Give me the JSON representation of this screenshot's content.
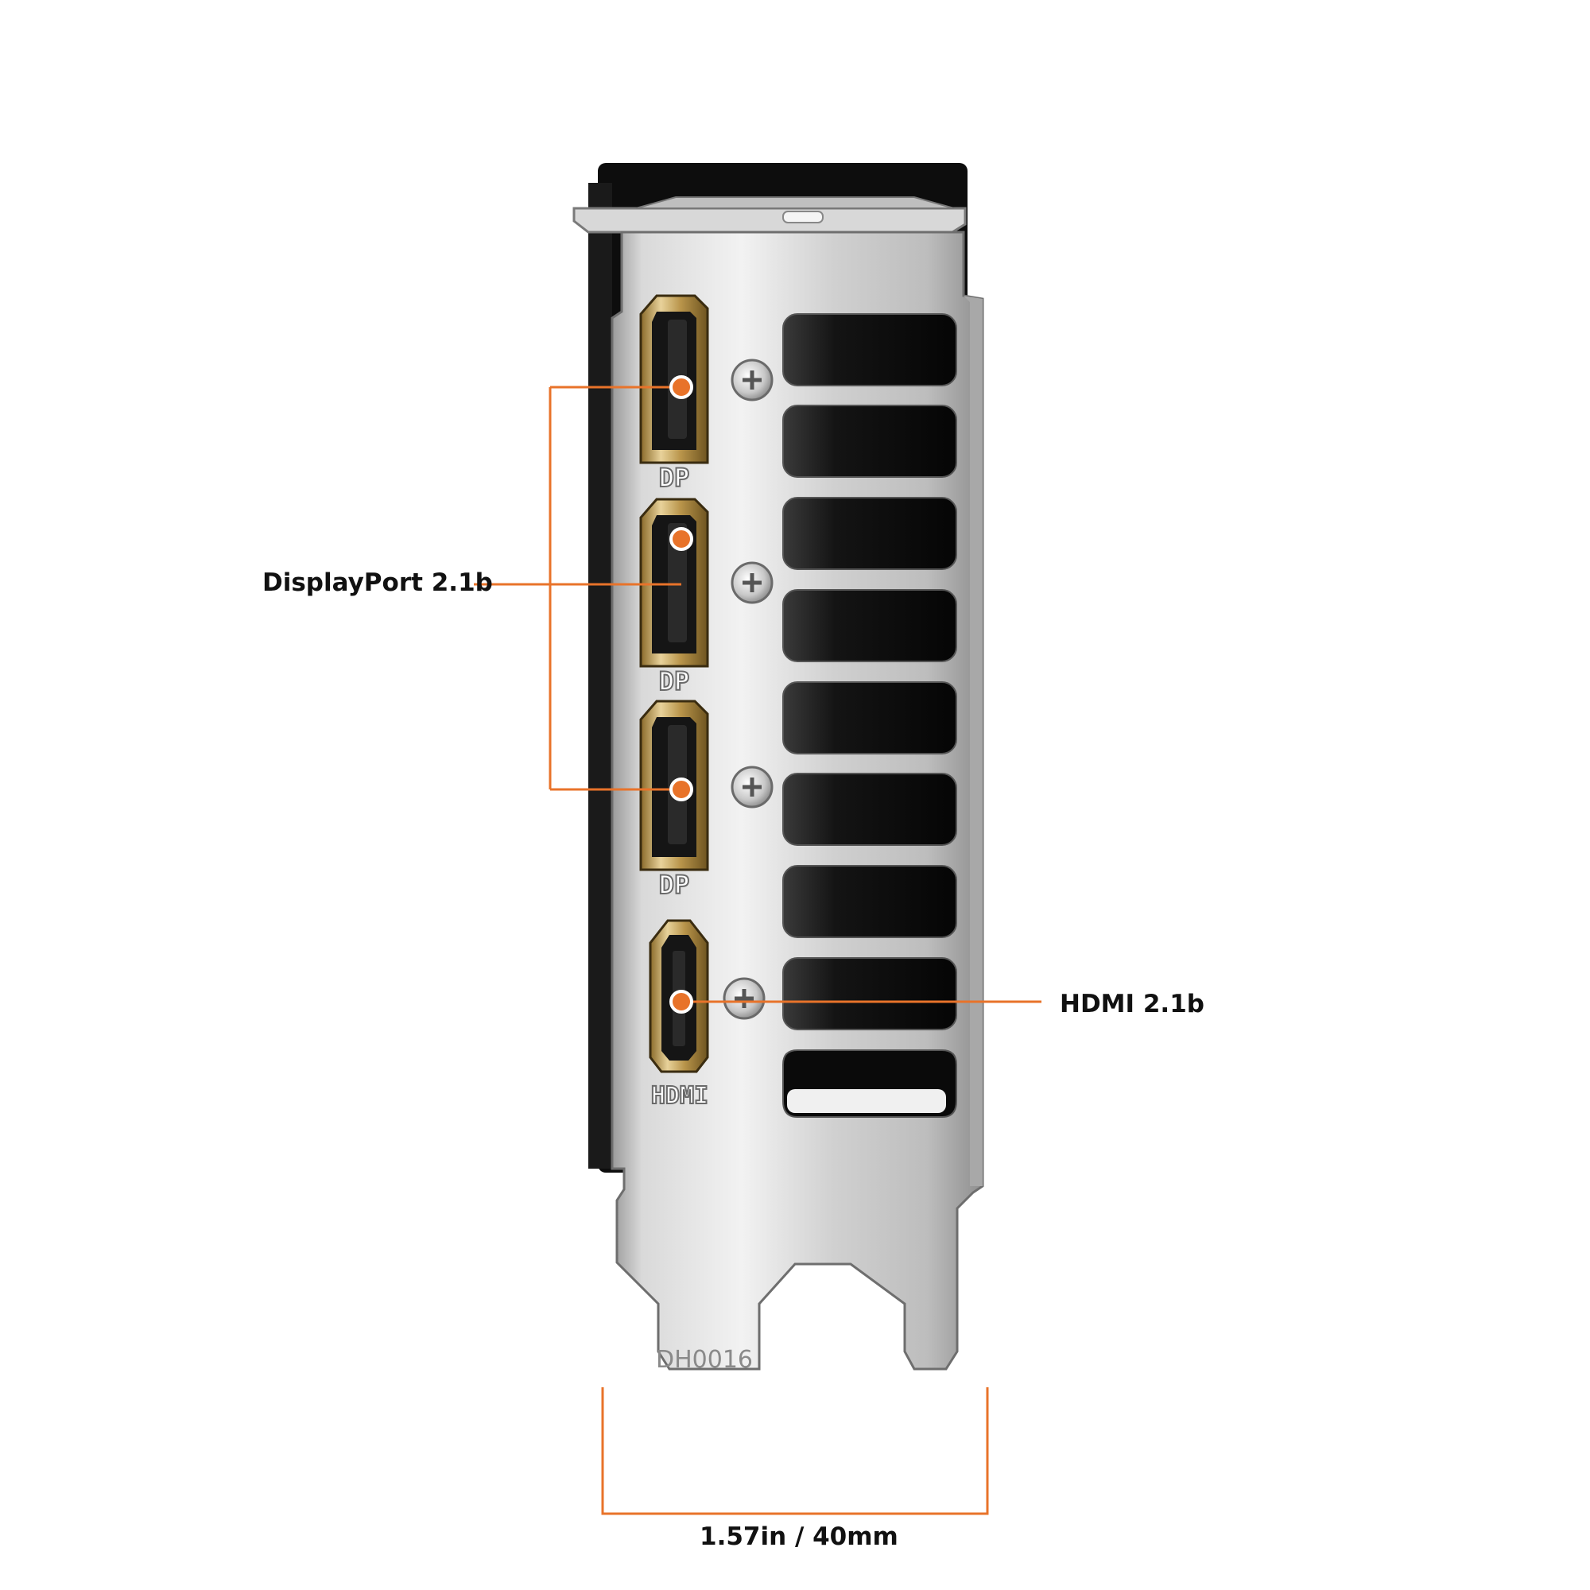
{
  "callouts": {
    "displayport": "DisplayPort 2.1b",
    "hdmi": "HDMI 2.1b",
    "dimension": "1.57in / 40mm"
  },
  "port_marks": {
    "dp": "DP",
    "hdmi": "HDMI"
  },
  "bracket_code": "DH0016",
  "colors": {
    "accent": "#E8732A",
    "connector_gold": "#C9A860",
    "bracket_silver": "#C8C8C8",
    "vent_black": "#0A0A0A"
  }
}
